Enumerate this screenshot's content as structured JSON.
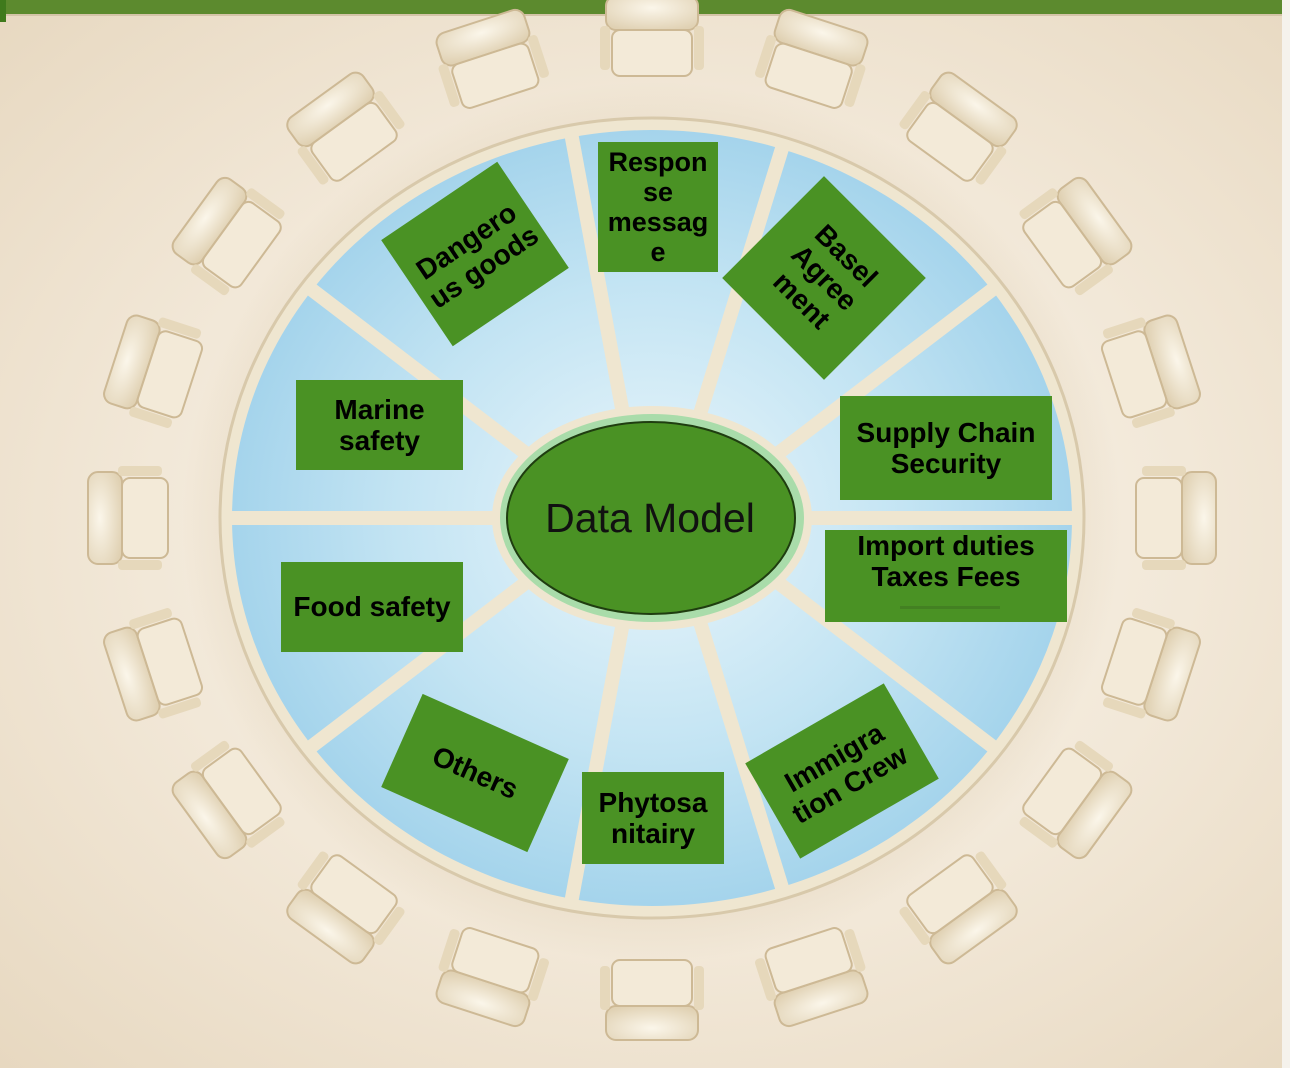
{
  "center": {
    "label": "Data Model"
  },
  "segments": [
    {
      "key": "response",
      "label": "Respon se messag e"
    },
    {
      "key": "basel",
      "label": "Basel Agree ment"
    },
    {
      "key": "supply",
      "label": "Supply Chain Security"
    },
    {
      "key": "import",
      "label": "Import duties Taxes Fees"
    },
    {
      "key": "immigration",
      "label": "Immigra tion Crew"
    },
    {
      "key": "phyto",
      "label": "Phytosa nitairy"
    },
    {
      "key": "others",
      "label": "Others"
    },
    {
      "key": "food",
      "label": "Food safety"
    },
    {
      "key": "marine",
      "label": "Marine safety"
    },
    {
      "key": "dangerous",
      "label": "Dangero us goods"
    }
  ],
  "colors": {
    "box_fill": "#4a9224",
    "center_fill": "#4a9224",
    "center_ring": "#a9dcaa",
    "segment_fill": "#a8d6ee",
    "table_rim": "#ece3cc",
    "top_bar": "#5c8a2e"
  }
}
